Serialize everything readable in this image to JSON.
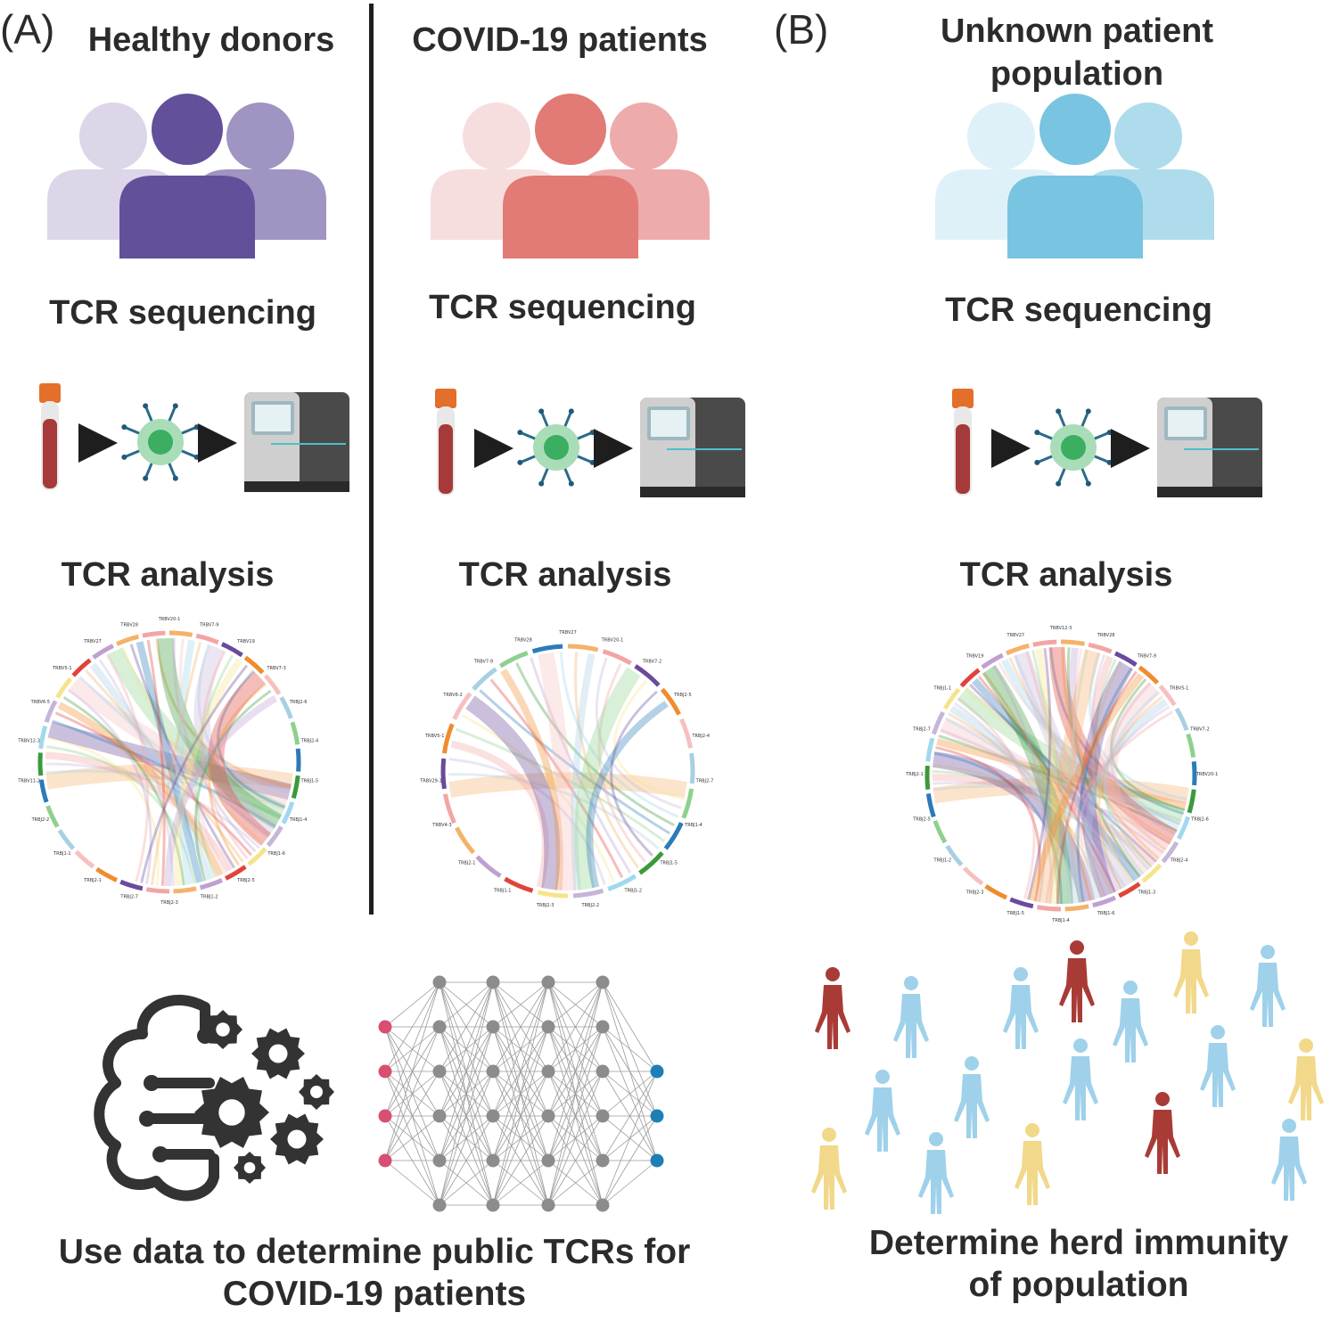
{
  "panels": {
    "a": {
      "label": "(A)",
      "groups": [
        {
          "title": "Healthy donors",
          "steps": [
            "TCR sequencing",
            "TCR analysis"
          ],
          "people_colors": [
            "#dcd6e8",
            "#62509a",
            "#9f94c2"
          ]
        },
        {
          "title": "COVID-19 patients",
          "steps": [
            "TCR sequencing",
            "TCR analysis"
          ],
          "people_colors": [
            "#f7dede",
            "#e27a75",
            "#eeabab"
          ]
        }
      ],
      "bottom_caption": "Use data to determine public TCRs for COVID-19 patients"
    },
    "b": {
      "label": "(B)",
      "title": "Unknown patient population",
      "steps": [
        "TCR sequencing",
        "TCR analysis"
      ],
      "people_colors": [
        "#dff1f8",
        "#79c4e0",
        "#aedcec"
      ],
      "bottom_caption": "Determine herd immunity of population"
    }
  },
  "colors": {
    "tube_cap": "#e36f2b",
    "tube_blood": "#a63a3a",
    "cell": "#3bae61",
    "arrow": "#1e1e1e",
    "sequencer": "#4a4a4a",
    "nn_input": "#d94f72",
    "nn_hidden": "#8c8c8c",
    "nn_output": "#1d7fb5",
    "figure_blue": "#9fd1ea",
    "figure_red": "#a93b37",
    "figure_yellow": "#f1d88a",
    "brain_icon": "#333333"
  },
  "chord_labels": {
    "healthy": [
      "TRBV20-1",
      "TRBV7-9",
      "TRBV19",
      "TRBV7-3",
      "TRBJ2-6",
      "TRBJ2-4",
      "TRBJ1-5",
      "TRBJ1-4",
      "TRBJ1-6",
      "TRBJ2-5",
      "TRBJ1-2",
      "TRBJ2-3",
      "TRBJ2-7",
      "TRBJ2-1",
      "TRBJ1-1",
      "TRBJ2-2",
      "TRBV11-2",
      "TRBV12-3",
      "TRBV6-5",
      "TRBV5-1",
      "TRBV27",
      "TRBV28"
    ],
    "covid": [
      "TRBV27",
      "TRBV20-1",
      "TRBV7-2",
      "TRBJ2-5",
      "TRBJ2-4",
      "TRBJ2-7",
      "TRBJ1-4",
      "TRBJ1-5",
      "TRBJ1-2",
      "TRBJ2-2",
      "TRBJ2-3",
      "TRBJ1-1",
      "TRBJ2-1",
      "TRBV4-3",
      "TRBV29-1",
      "TRBV5-1",
      "TRBV6-2",
      "TRBV7-9",
      "TRBV28"
    ],
    "unknown": [
      "TRBV12-3",
      "TRBV28",
      "TRBV7-9",
      "TRBV5-1",
      "TRBV7-2",
      "TRBV20-1",
      "TRBJ2-6",
      "TRBJ2-4",
      "TRBJ1-3",
      "TRBJ1-6",
      "TRBJ1-4",
      "TRBJ1-5",
      "TRBJ2-3",
      "TRBJ1-2",
      "TRBJ2-5",
      "TRBJ2-1",
      "TRBJ2-7",
      "TRBJ1-1",
      "TRBV19",
      "TRBV27"
    ]
  }
}
